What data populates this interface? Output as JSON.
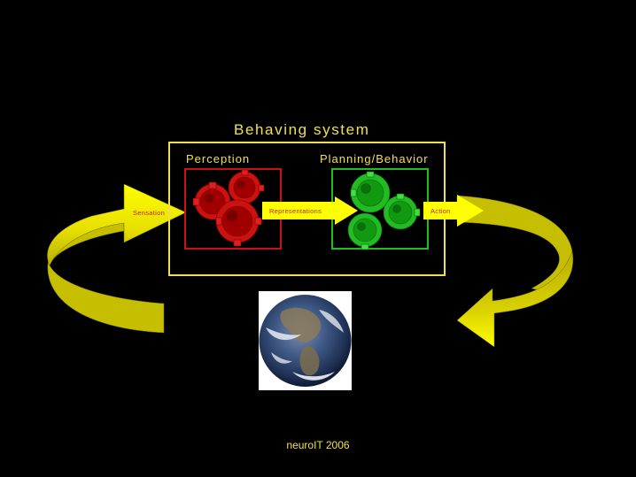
{
  "diagram": {
    "title": "Behaving system",
    "modules": {
      "perception": {
        "label": "Perception",
        "color": "#CC1111"
      },
      "planning": {
        "label": "Planning/Behavior",
        "color": "#22BB22"
      }
    },
    "arrows": {
      "sensation": "Sensation",
      "representations": "Representations",
      "action": "Action"
    },
    "colors": {
      "background": "#000000",
      "frame": "#F2E04A",
      "arrow": "#FFFF00",
      "arrow_shade": "#C8C000",
      "label_text": "#C62020"
    },
    "icons": [
      "gear-icon",
      "earth-globe-icon"
    ]
  },
  "footer": {
    "text": "neuroIT 2006"
  }
}
